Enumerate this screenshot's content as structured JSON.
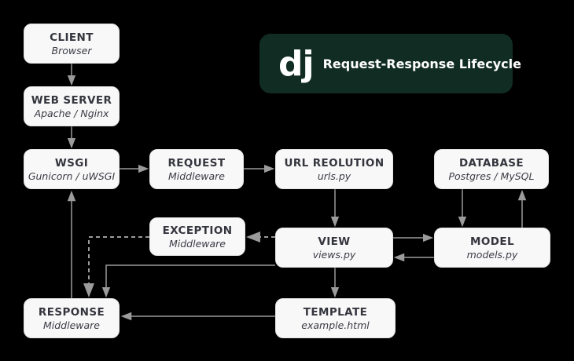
{
  "banner": {
    "logo_text": "dj",
    "title": "Request-Response Lifecycle"
  },
  "nodes": {
    "client": {
      "title": "CLIENT",
      "subtitle": "Browser"
    },
    "webserver": {
      "title": "WEB SERVER",
      "subtitle": "Apache / Nginx"
    },
    "wsgi": {
      "title": "WSGI",
      "subtitle": "Gunicorn / uWSGI"
    },
    "request": {
      "title": "REQUEST",
      "subtitle": "Middleware"
    },
    "url_resolution": {
      "title": "URL REOLUTION",
      "subtitle": "urls.py"
    },
    "database": {
      "title": "DATABASE",
      "subtitle": "Postgres / MySQL"
    },
    "exception": {
      "title": "EXCEPTION",
      "subtitle": "Middleware"
    },
    "view": {
      "title": "VIEW",
      "subtitle": "views.py"
    },
    "model": {
      "title": "MODEL",
      "subtitle": "models.py"
    },
    "response": {
      "title": "RESPONSE",
      "subtitle": "Middleware"
    },
    "template": {
      "title": "TEMPLATE",
      "subtitle": "example.html"
    }
  },
  "edges": [
    {
      "from": "client",
      "to": "webserver",
      "style": "solid"
    },
    {
      "from": "webserver",
      "to": "wsgi",
      "style": "solid"
    },
    {
      "from": "wsgi",
      "to": "request",
      "style": "solid"
    },
    {
      "from": "request",
      "to": "url_resolution",
      "style": "solid"
    },
    {
      "from": "url_resolution",
      "to": "view",
      "style": "solid"
    },
    {
      "from": "view",
      "to": "model",
      "style": "solid"
    },
    {
      "from": "model",
      "to": "view",
      "style": "solid"
    },
    {
      "from": "database",
      "to": "model",
      "style": "solid"
    },
    {
      "from": "model",
      "to": "database",
      "style": "solid"
    },
    {
      "from": "view",
      "to": "exception",
      "style": "dashed"
    },
    {
      "from": "exception",
      "to": "response",
      "style": "dashed"
    },
    {
      "from": "view",
      "to": "response",
      "style": "solid"
    },
    {
      "from": "view",
      "to": "template",
      "style": "solid"
    },
    {
      "from": "template",
      "to": "response",
      "style": "solid"
    },
    {
      "from": "response",
      "to": "wsgi",
      "style": "solid"
    }
  ],
  "colors": {
    "background": "#000000",
    "box_fill": "#f8f8f9",
    "box_border": "#e4e4e6",
    "box_text": "#34353d",
    "arrow": "#9b9b9b",
    "banner_bg": "#112d23",
    "banner_text": "#ffffff"
  }
}
